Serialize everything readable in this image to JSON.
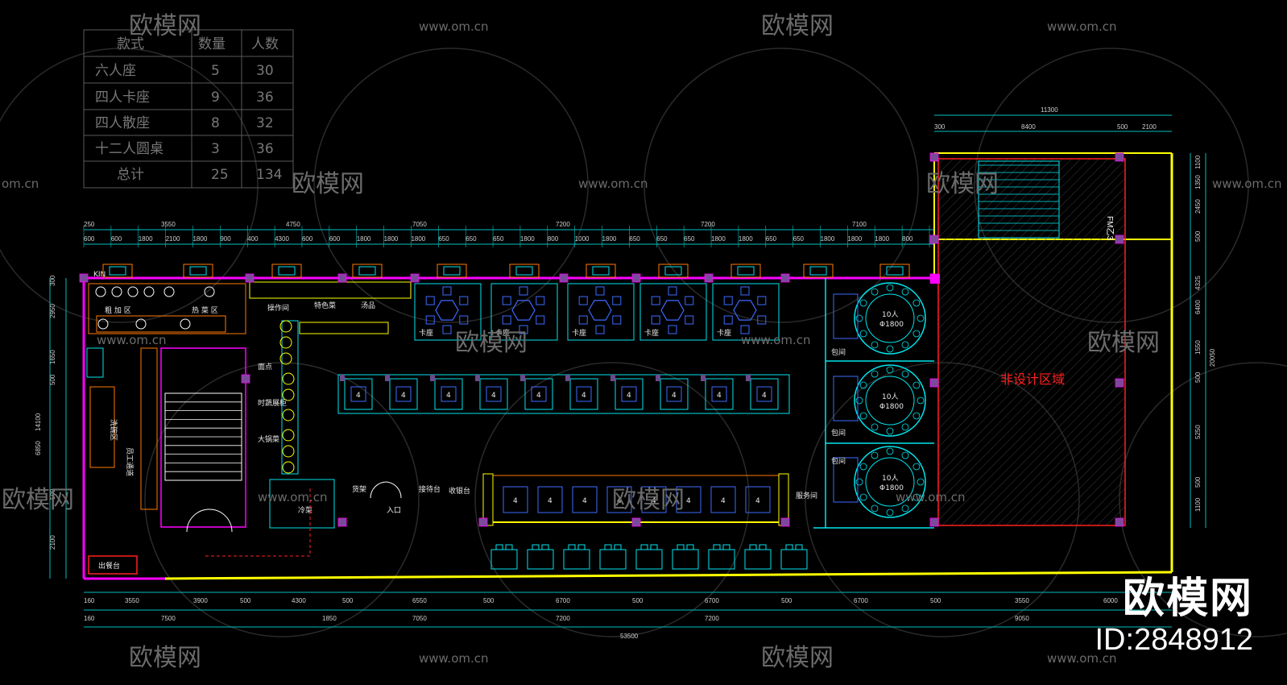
{
  "watermark": {
    "brand": "欧模网",
    "url": "www.om.cn",
    "url_short": "om.cn"
  },
  "identity": {
    "logo": "欧模网",
    "id": "ID:2848912"
  },
  "summary_table": {
    "headers": [
      "款式",
      "数量",
      "人数"
    ],
    "rows": [
      [
        "六人座",
        "5",
        "30"
      ],
      [
        "四人卡座",
        "9",
        "36"
      ],
      [
        "四人散座",
        "8",
        "32"
      ],
      [
        "十二人圆桌",
        "3",
        "36"
      ],
      [
        "总计",
        "25",
        "134"
      ]
    ]
  },
  "dims": {
    "top_row1": [
      "250",
      "3550",
      "4750",
      "7050",
      "7200",
      "7200",
      "7100"
    ],
    "top_row2": [
      "600",
      "600",
      "1800",
      "2100",
      "1800",
      "900",
      "400",
      "4300",
      "600",
      "600",
      "1800",
      "1800",
      "1800",
      "650",
      "650",
      "650",
      "1800",
      "800",
      "1000",
      "1800",
      "650",
      "650",
      "650",
      "1800",
      "1800",
      "650",
      "650",
      "1800",
      "1800",
      "1800",
      "800"
    ],
    "right_top": [
      "11300",
      "300",
      "8400",
      "500",
      "2100"
    ],
    "right_side": [
      "1100",
      "1350",
      "2450",
      "500",
      "4325",
      "6400",
      "1550",
      "500",
      "20050",
      "5250",
      "500",
      "1100"
    ],
    "left_side": [
      "300",
      "2950",
      "1650",
      "500",
      "14100",
      "6850",
      "500",
      "2100"
    ],
    "bottom_row1": [
      "160",
      "3550",
      "3900",
      "500",
      "4300",
      "500",
      "6550",
      "500",
      "6700",
      "500",
      "6700",
      "500",
      "6700",
      "500",
      "3550",
      "6000"
    ],
    "bottom_row2": [
      "160",
      "7500",
      "1850",
      "7050",
      "7200",
      "7200",
      "9050"
    ],
    "total": "53500"
  },
  "labels": {
    "kitchen_top": "KIN",
    "zone_a": "粗 加 区",
    "zone_b": "热 菜 区",
    "operation": "操作间",
    "special": "特色菜",
    "soup": "汤品",
    "noodle": "面点",
    "seasonal": "时蔬展柜",
    "hot_pot": "大锅菜",
    "cold_dish": "冷菜",
    "shelf": "货架",
    "dish_wash": "洗碗区",
    "staff_corridor": "员工通道",
    "chu_can": "出餐台",
    "fan_yi": "卡座",
    "round12": "10人",
    "round12_sub": "Φ1800",
    "private_room": "包间",
    "service": "服务间",
    "cashier": "收银台",
    "reception": "接待台",
    "entrance": "入口",
    "non_design": "非设计区域",
    "fm": "FM乙3",
    "seat4": "4"
  },
  "colors": {
    "wall": "#ff00ff",
    "cyan": "#00e5ee",
    "yellow": "#ffff00",
    "red": "#ff2020",
    "orange": "#ff7a00",
    "green": "#00ff66",
    "blue": "#3d6bff",
    "white": "#ffffff"
  }
}
